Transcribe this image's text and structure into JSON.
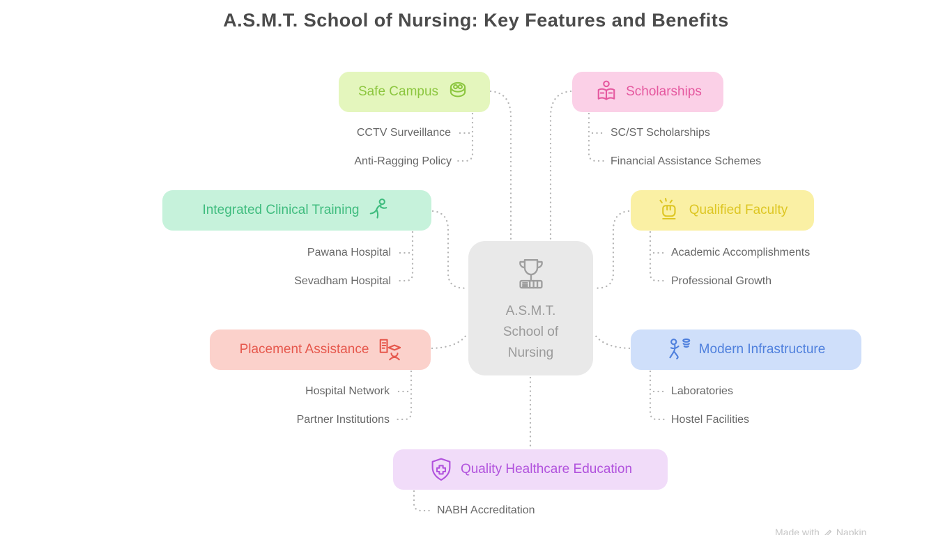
{
  "title": "A.S.M.T. School of Nursing: Key Features and Benefits",
  "center": {
    "lines": [
      "A.S.M.T.",
      "School of",
      "Nursing"
    ],
    "icon": "trophy-on-books-icon",
    "bg": "#e9e9e9",
    "text_color": "#9a9a9a"
  },
  "branches": [
    {
      "label": "Safe Campus",
      "icon": "coins-stack-icon",
      "icon_side": "right",
      "bg": "#e4f6bd",
      "accent": "#8cc63f",
      "children": [
        "CCTV Surveillance",
        "Anti-Ragging Policy"
      ]
    },
    {
      "label": "Scholarships",
      "icon": "person-reading-book-icon",
      "icon_side": "left",
      "bg": "#fbd0e7",
      "accent": "#e5589f",
      "children": [
        "SC/ST Scholarships",
        "Financial Assistance Schemes"
      ]
    },
    {
      "label": "Integrated Clinical Training",
      "icon": "running-person-icon",
      "icon_side": "right",
      "bg": "#c6f2db",
      "accent": "#3fbc7e",
      "children": [
        "Pawana Hospital",
        "Sevadham Hospital"
      ]
    },
    {
      "label": "Qualified Faculty",
      "icon": "raised-fist-icon",
      "icon_side": "left",
      "bg": "#faf0a4",
      "accent": "#ddc623",
      "children": [
        "Academic Accomplishments",
        "Professional Growth"
      ]
    },
    {
      "label": "Placement Assistance",
      "icon": "graduate-with-document-icon",
      "icon_side": "right",
      "bg": "#fbd1cb",
      "accent": "#e6584d",
      "children": [
        "Hospital Network",
        "Partner Institutions"
      ]
    },
    {
      "label": "Modern Infrastructure",
      "icon": "person-with-layers-icon",
      "icon_side": "left",
      "bg": "#cfdffa",
      "accent": "#4f80dd",
      "children": [
        "Laboratories",
        "Hostel Facilities"
      ]
    },
    {
      "label": "Quality Healthcare Education",
      "icon": "shield-medical-cross-icon",
      "icon_side": "left",
      "bg": "#f1dcf9",
      "accent": "#b152dd",
      "children": [
        "NABH Accreditation"
      ]
    }
  ],
  "watermark": {
    "prefix": "Made with",
    "brand": "Napkin"
  }
}
